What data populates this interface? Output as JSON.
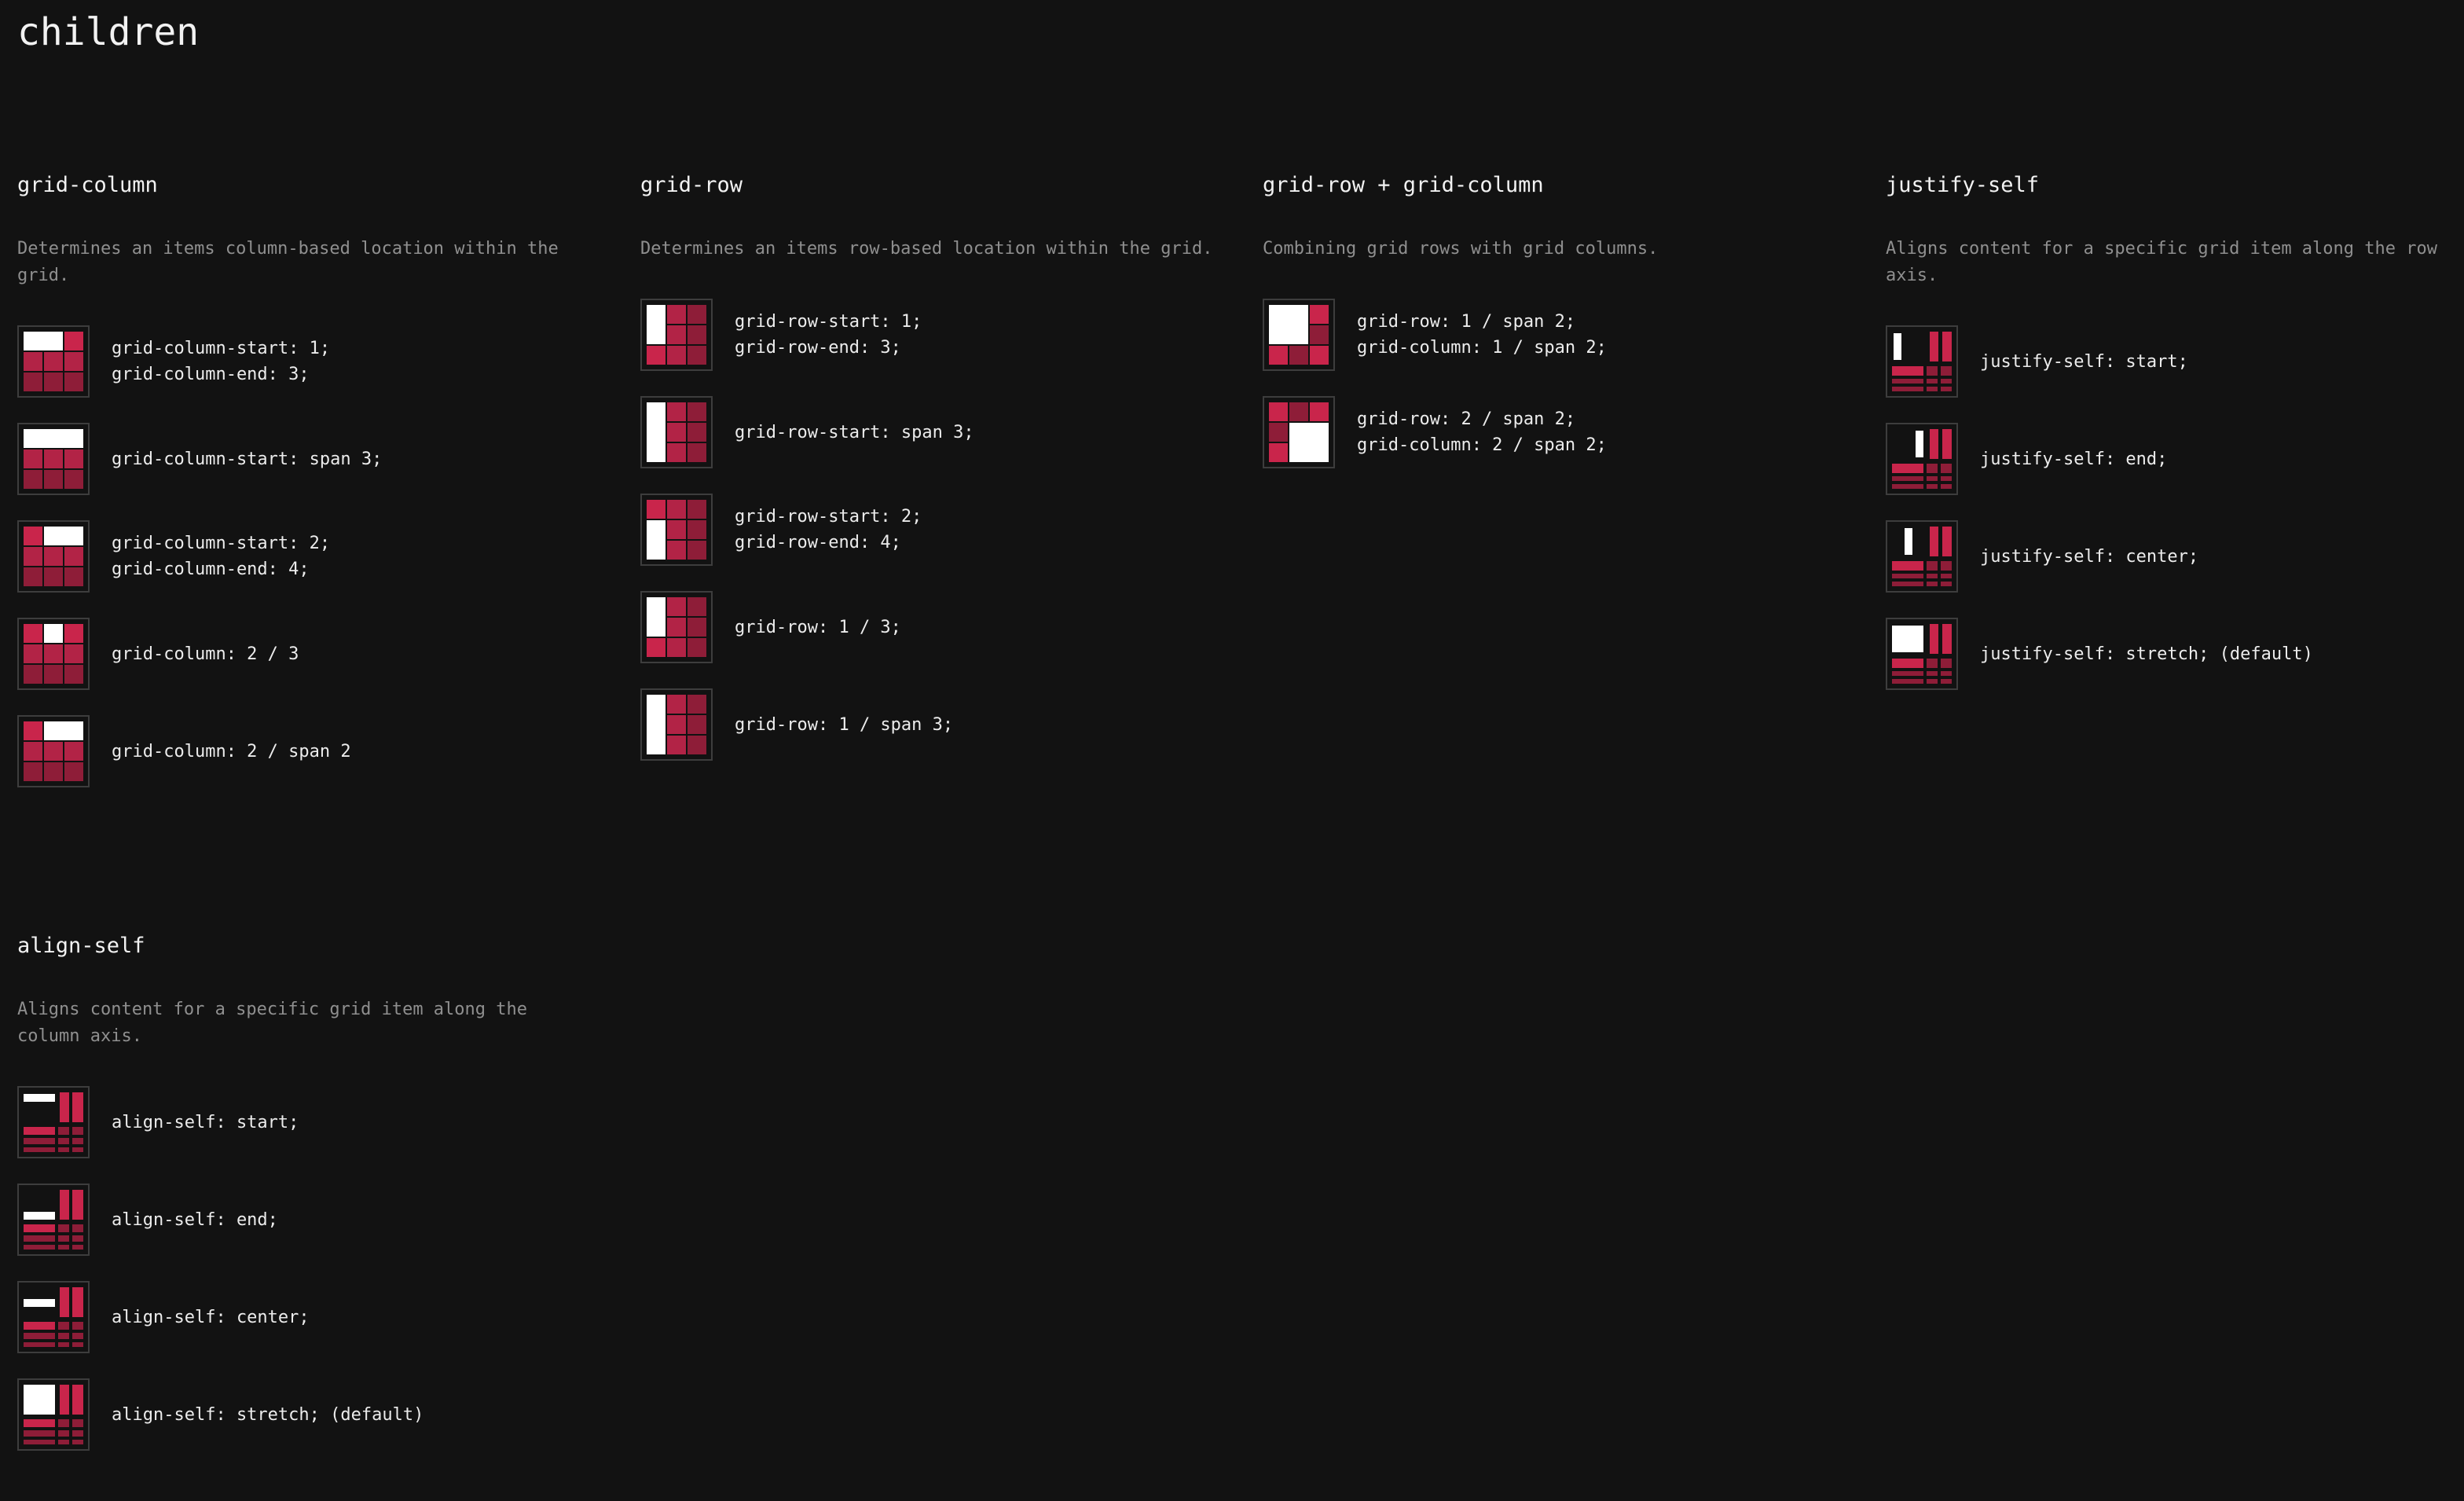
{
  "page": {
    "title": "children"
  },
  "colors": {
    "background": "#121212",
    "accent": "#c9254b",
    "accent_dark": "#8e1d38",
    "highlight": "#ffffff",
    "tile_border": "#3d3d3d"
  },
  "sections": [
    {
      "id": "grid-column",
      "heading": "grid-column",
      "description": "Determines an items column-based location within the grid.",
      "items": [
        {
          "icon": "grid-column-start-1-end-3-icon",
          "lines": [
            "grid-column-start: 1;",
            "grid-column-end: 3;"
          ]
        },
        {
          "icon": "grid-column-start-span-3-icon",
          "lines": [
            "grid-column-start: span 3;"
          ]
        },
        {
          "icon": "grid-column-start-2-end-4-icon",
          "lines": [
            "grid-column-start: 2;",
            "grid-column-end: 4;"
          ]
        },
        {
          "icon": "grid-column-2-3-icon",
          "lines": [
            "grid-column: 2 / 3"
          ]
        },
        {
          "icon": "grid-column-2-span-2-icon",
          "lines": [
            "grid-column: 2 / span 2"
          ]
        }
      ]
    },
    {
      "id": "grid-row",
      "heading": "grid-row",
      "description": "Determines an items row-based location within the grid.",
      "items": [
        {
          "icon": "grid-row-start-1-end-3-icon",
          "lines": [
            "grid-row-start: 1;",
            "grid-row-end: 3;"
          ]
        },
        {
          "icon": "grid-row-start-span-3-icon",
          "lines": [
            "grid-row-start: span 3;"
          ]
        },
        {
          "icon": "grid-row-start-2-end-4-icon",
          "lines": [
            "grid-row-start: 2;",
            "grid-row-end: 4;"
          ]
        },
        {
          "icon": "grid-row-1-3-icon",
          "lines": [
            "grid-row: 1 / 3;"
          ]
        },
        {
          "icon": "grid-row-1-span-3-icon",
          "lines": [
            "grid-row: 1 / span 3;"
          ]
        }
      ]
    },
    {
      "id": "grid-row-column",
      "heading": "grid-row + grid-column",
      "description": "Combining grid rows with grid columns.",
      "items": [
        {
          "icon": "grid-area-top-left-icon",
          "lines": [
            "grid-row: 1 / span 2;",
            "grid-column: 1 / span 2;"
          ]
        },
        {
          "icon": "grid-area-bottom-right-icon",
          "lines": [
            "grid-row: 2 / span 2;",
            "grid-column: 2 / span 2;"
          ]
        }
      ]
    },
    {
      "id": "justify-self",
      "heading": "justify-self",
      "description": "Aligns content for a specific grid item along the row axis.",
      "items": [
        {
          "icon": "justify-self-start-icon",
          "lines": [
            "justify-self: start;"
          ]
        },
        {
          "icon": "justify-self-end-icon",
          "lines": [
            "justify-self: end;"
          ]
        },
        {
          "icon": "justify-self-center-icon",
          "lines": [
            "justify-self: center;"
          ]
        },
        {
          "icon": "justify-self-stretch-icon",
          "lines": [
            "justify-self: stretch; (default)"
          ]
        }
      ]
    },
    {
      "id": "align-self",
      "heading": "align-self",
      "description": "Aligns content for a specific grid item along the column axis.",
      "items": [
        {
          "icon": "align-self-start-icon",
          "lines": [
            "align-self: start;"
          ]
        },
        {
          "icon": "align-self-end-icon",
          "lines": [
            "align-self: end;"
          ]
        },
        {
          "icon": "align-self-center-icon",
          "lines": [
            "align-self: center;"
          ]
        },
        {
          "icon": "align-self-stretch-icon",
          "lines": [
            "align-self: stretch; (default)"
          ]
        }
      ]
    }
  ]
}
